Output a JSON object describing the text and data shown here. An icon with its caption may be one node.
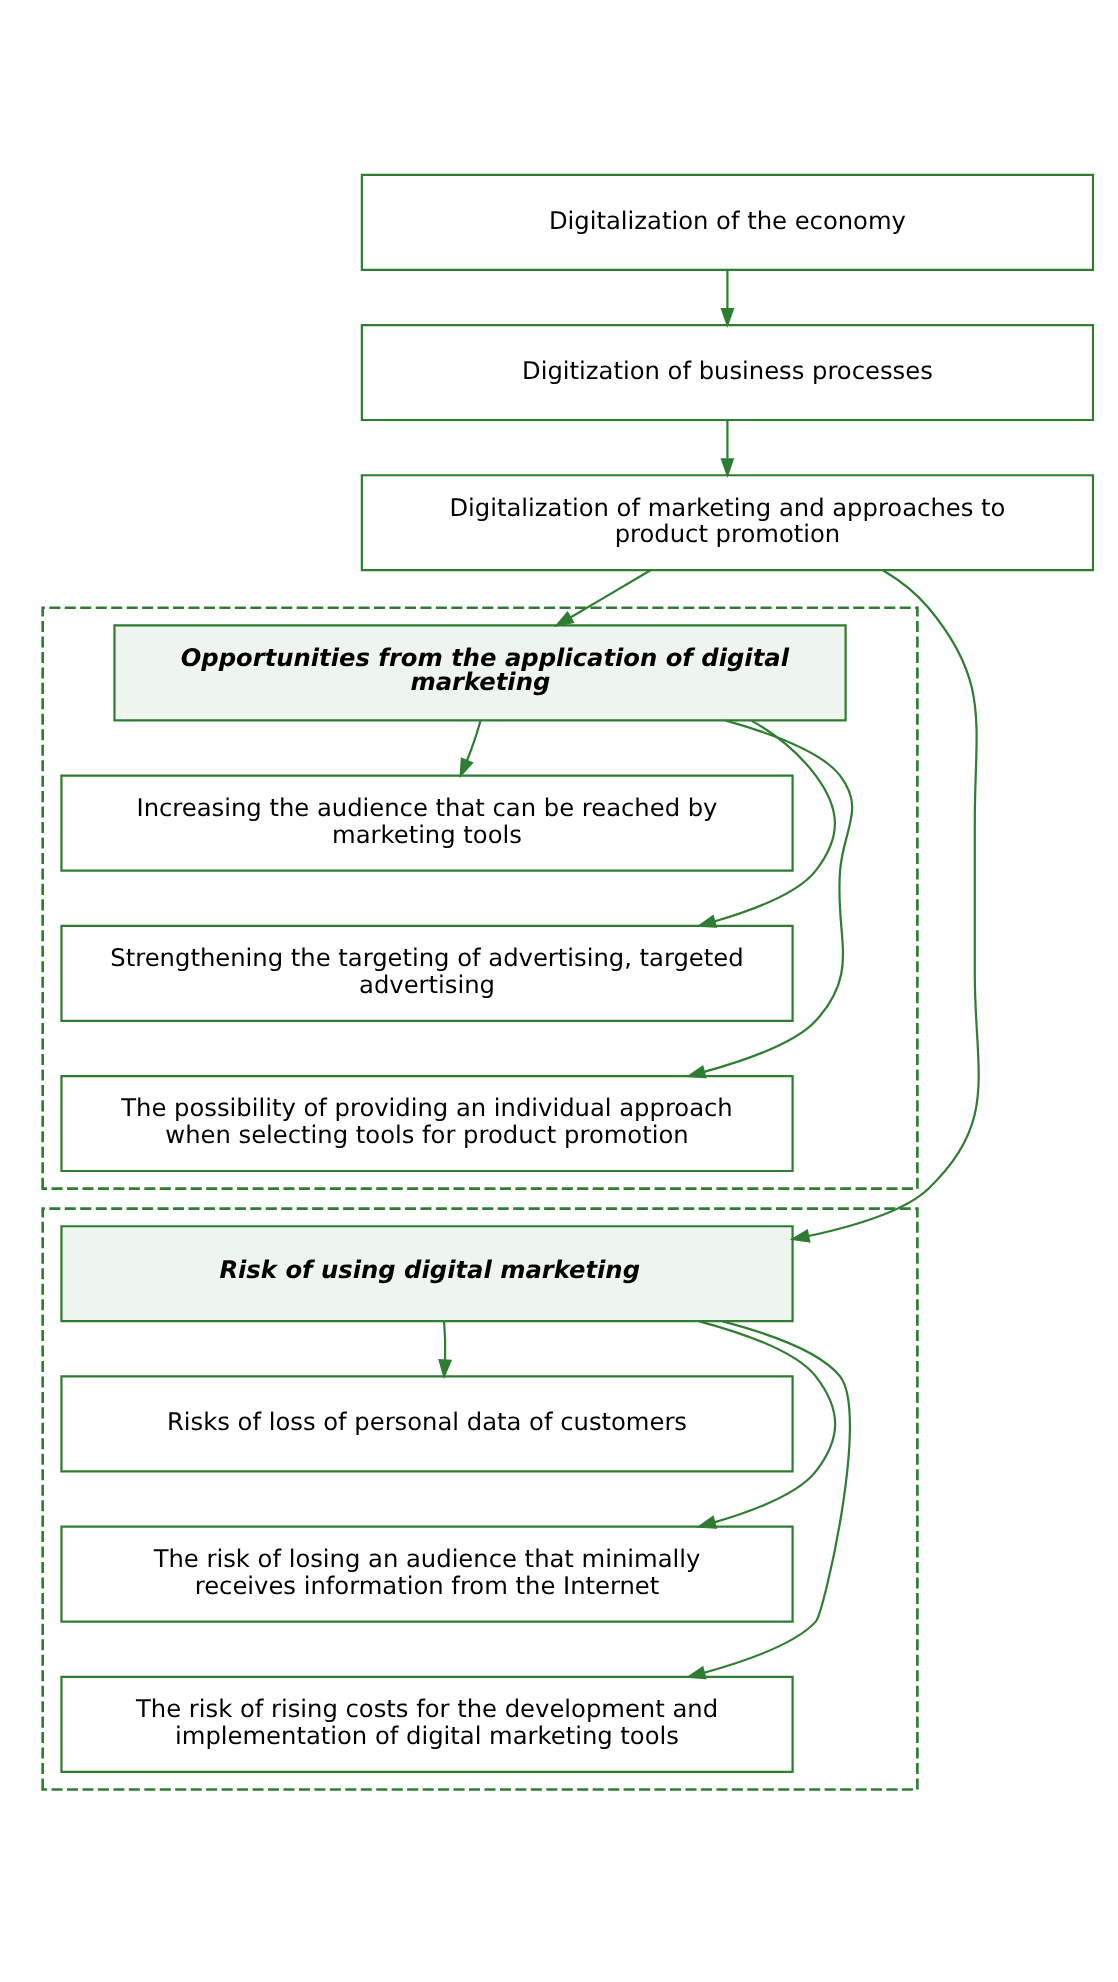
{
  "diagram": {
    "nodes": [
      {
        "text": [
          "Digitalization of the economy"
        ]
      },
      {
        "text": [
          "Digitization of business processes"
        ]
      },
      {
        "text": [
          "Digitalization of marketing and approaches to product promotion"
        ]
      },
      {
        "text": [],
        "shape": "box"
      },
      {
        "text": [
          "Opportunities from the application of digital marketing"
        ],
        "in": 3
      },
      {
        "text": [
          "Increasing the audience that can be reached by marketing tools"
        ],
        "in": 3
      },
      {
        "text": [
          "Strengthening the targeting of advertising, targeted advertising"
        ],
        "in": 3
      },
      {
        "text": [
          "The possibility of providing an individual approach when selecting tools for product promotion"
        ],
        "in": 3
      },
      {
        "text": [],
        "shape": "box"
      },
      {
        "text": [
          "Risk of using digital marketing"
        ],
        "in": 8
      },
      {
        "text": [
          "Risks of loss of personal data of customers"
        ],
        "in": 8
      },
      {
        "text": [
          "The risk of losing an audience that minimally receives information from the Internet"
        ],
        "in": 8
      },
      {
        "text": [
          "The risk of rising costs for the development and implementation of digital marketing tools"
        ],
        "in": 8
      }
    ],
    "edges": [
      {
        "from": 0,
        "to": 1,
        "arrow": "to"
      },
      {
        "from": 1,
        "to": 2,
        "arrow": "to"
      },
      {
        "from": 2,
        "to": 4,
        "arrow": "to"
      },
      {
        "from": 4,
        "to": 5,
        "arrow": "to"
      },
      {
        "from": 4,
        "to": 6,
        "arrow": "to"
      },
      {
        "from": 4,
        "to": 7,
        "arrow": "to"
      },
      {
        "from": 2,
        "to": 9,
        "arrow": "to"
      },
      {
        "from": 9,
        "to": 10,
        "arrow": "to"
      },
      {
        "from": 9,
        "to": 11,
        "arrow": "to"
      },
      {
        "from": 9,
        "to": 12,
        "arrow": "to"
      }
    ]
  }
}
